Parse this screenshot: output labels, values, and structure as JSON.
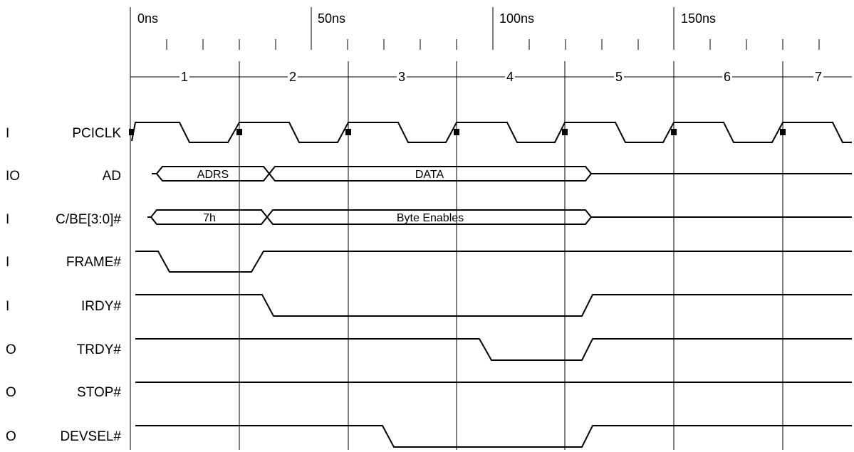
{
  "time_scale": {
    "ticks": [
      "0ns",
      "50ns",
      "100ns",
      "150ns"
    ]
  },
  "cycles": [
    "1",
    "2",
    "3",
    "4",
    "5",
    "6",
    "7"
  ],
  "signals": [
    {
      "dir": "I",
      "name": "PCICLK"
    },
    {
      "dir": "IO",
      "name": "AD"
    },
    {
      "dir": "I",
      "name": "C/BE[3:0]#"
    },
    {
      "dir": "I",
      "name": "FRAME#"
    },
    {
      "dir": "I",
      "name": "IRDY#"
    },
    {
      "dir": "O",
      "name": "TRDY#"
    },
    {
      "dir": "O",
      "name": "STOP#"
    },
    {
      "dir": "O",
      "name": "DEVSEL#"
    }
  ],
  "bus_values": {
    "ad": [
      "ADRS",
      "DATA"
    ],
    "cbe": [
      "7h",
      "Byte Enables"
    ]
  }
}
